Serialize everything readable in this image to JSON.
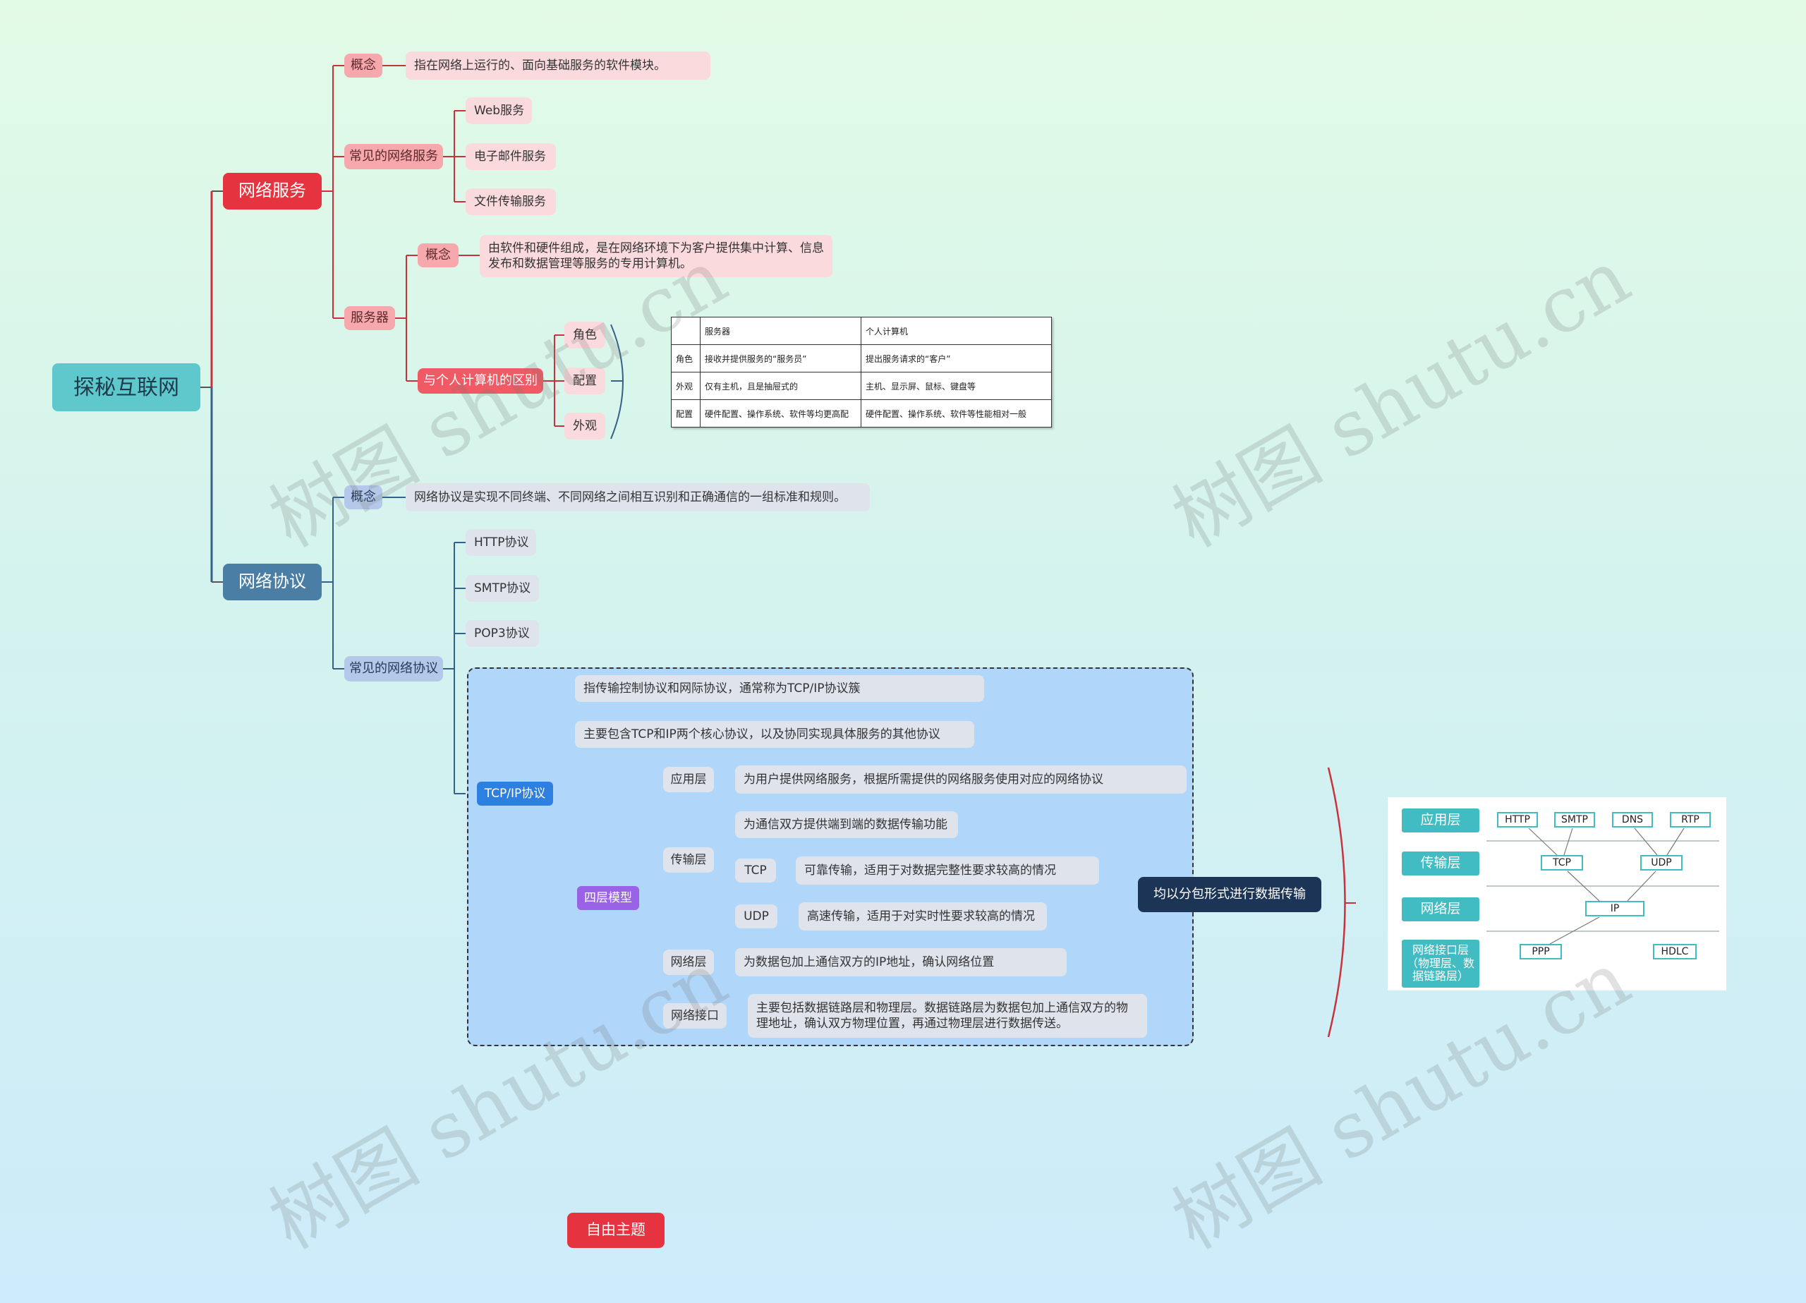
{
  "root": "探秘互联网",
  "network_service": {
    "title": "网络服务",
    "concept_label": "概念",
    "concept_text": "指在网络上运行的、面向基础服务的软件模块。",
    "common_label": "常见的网络服务",
    "common_items": [
      "Web服务",
      "电子邮件服务",
      "文件传输服务"
    ],
    "server_label": "服务器",
    "server_concept_label": "概念",
    "server_concept_text": "由软件和硬件组成，是在网络环境下为客户提供集中计算、信息发布和数据管理等服务的专用计算机。",
    "diff_label": "与个人计算机的区别",
    "diff_items": [
      "角色",
      "配置",
      "外观"
    ],
    "table": {
      "header": [
        "",
        "服务器",
        "个人计算机"
      ],
      "rows": [
        [
          "角色",
          "接收并提供服务的“服务员”",
          "提出服务请求的“客户”"
        ],
        [
          "外观",
          "仅有主机，且是抽屉式的",
          "主机、显示屏、鼠标、键盘等"
        ],
        [
          "配置",
          "硬件配置、操作系统、软件等均更高配",
          "硬件配置、操作系统、软件等性能相对一般"
        ]
      ]
    }
  },
  "network_protocol": {
    "title": "网络协议",
    "concept_label": "概念",
    "concept_text": "网络协议是实现不同终端、不同网络之间相互识别和正确通信的一组标准和规则。",
    "common_label": "常见的网络协议",
    "common_items": [
      "HTTP协议",
      "SMTP协议",
      "POP3协议"
    ],
    "tcpip_label": "TCP/IP协议",
    "tcpip_desc1": "指传输控制协议和网际协议，通常称为TCP/IP协议簇",
    "tcpip_desc2": "主要包含TCP和IP两个核心协议，以及协同实现具体服务的其他协议",
    "four_layer_label": "四层模型",
    "app_label": "应用层",
    "app_text": "为用户提供网络服务，根据所需提供的网络服务使用对应的网络协议",
    "transport_label": "传输层",
    "transport_text": "为通信双方提供端到端的数据传输功能",
    "tcp_label": "TCP",
    "tcp_text": "可靠传输，适用于对数据完整性要求较高的情况",
    "udp_label": "UDP",
    "udp_text": "高速传输，适用于对实时性要求较高的情况",
    "net_label": "网络层",
    "net_text": "为数据包加上通信双方的IP地址，确认网络位置",
    "iface_label": "网络接口",
    "iface_text": "主要包括数据链路层和物理层。数据链路层为数据包加上通信双方的物理地址，确认双方物理位置，再通过物理层进行数据传送。",
    "summary": "均以分包形式进行数据传输"
  },
  "layers_figure": {
    "layers": [
      "应用层",
      "传输层",
      "网络层",
      "网络接口层（物理层、数据链路层）"
    ],
    "app_protocols": [
      "HTTP",
      "SMTP",
      "DNS",
      "RTP"
    ],
    "transport_protocols": [
      "TCP",
      "UDP"
    ],
    "network_protocols": [
      "IP"
    ],
    "link_protocols": [
      "PPP",
      "HDLC"
    ]
  },
  "free_topic": "自由主题",
  "watermark": "树图 shutu.cn",
  "colors": {
    "root": "#5fc8cd",
    "red": "#e5343f",
    "blue": "#4a7ea4",
    "red_line": "#c8323c",
    "blue_line": "#35608a",
    "boundary": "#b0d7f9"
  }
}
